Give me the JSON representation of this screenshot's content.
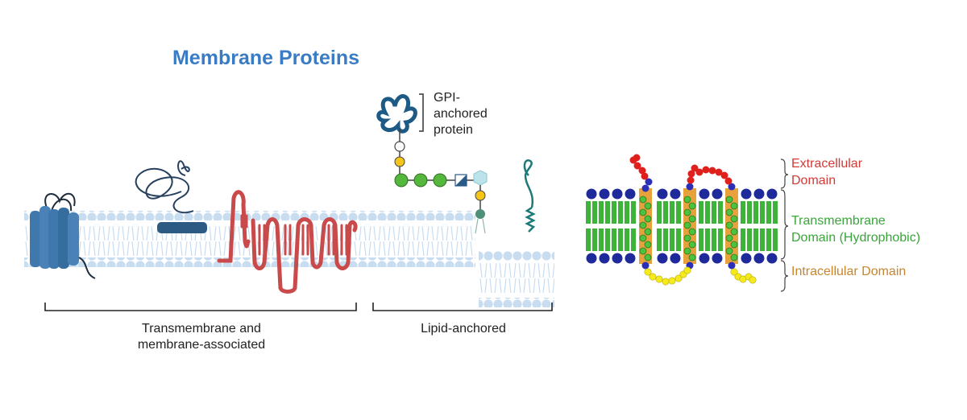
{
  "title": "Membrane Proteins",
  "labels": {
    "gpi": [
      "GPI-",
      "anchored",
      "protein"
    ],
    "transmembrane": [
      "Transmembrane and",
      "membrane-associated"
    ],
    "lipid": "Lipid-anchored"
  },
  "domains": {
    "extracellular": [
      "Extracellular",
      "Domain"
    ],
    "transmembrane": [
      "Transmembrane",
      "Domain (Hydrophobic)"
    ],
    "intracellular": "Intracellular Domain"
  },
  "colors": {
    "title": "#3a7cc3",
    "extracellular": "#d23a36",
    "transmembrane": "#3aa53a",
    "intracellular": "#c8852c",
    "protein_blue": "#3f78ad",
    "protein_red": "#c94a4a",
    "lipid_head": "#c9ddf1"
  }
}
